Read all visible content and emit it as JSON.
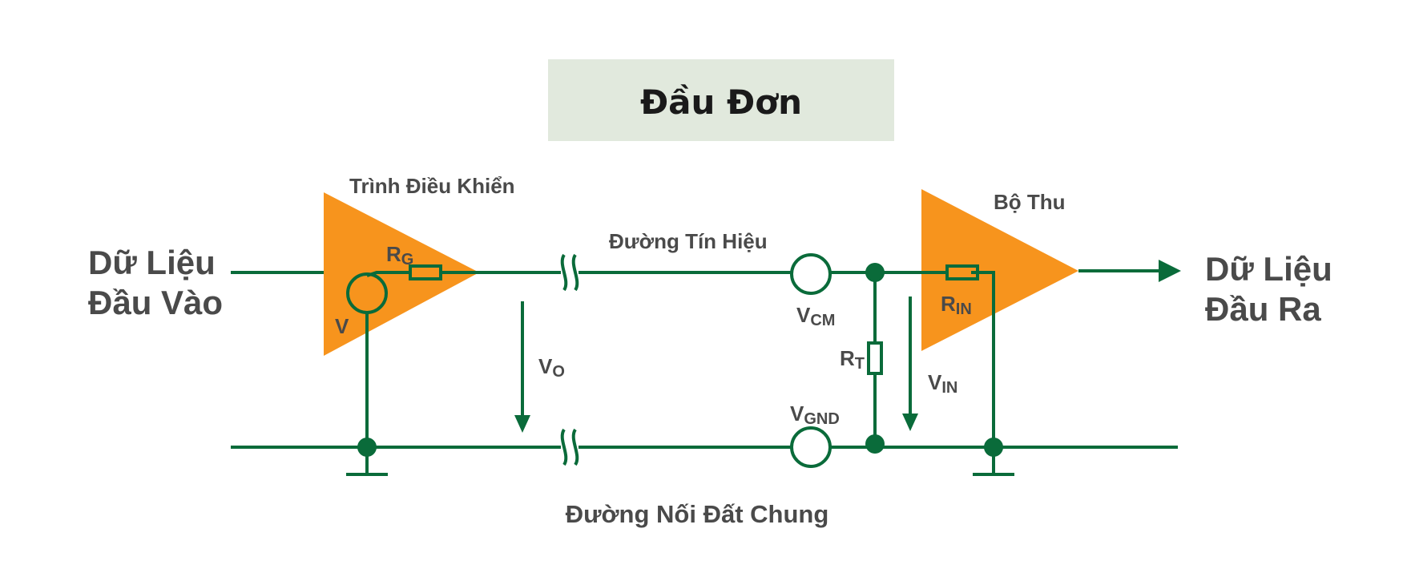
{
  "title": "Đầu Đơn",
  "labels": {
    "input_line1": "Dữ Liệu",
    "input_line2": "Đầu Vào",
    "output_line1": "Dữ Liệu",
    "output_line2": "Đầu Ra",
    "driver": "Trình Điều Khiển",
    "receiver": "Bộ Thu",
    "signal_line": "Đường Tín Hiệu",
    "ground_line": "Đường Nối Đất Chung",
    "v": "V",
    "rg_main": "R",
    "rg_sub": "G",
    "vo_main": "V",
    "vo_sub": "O",
    "vcm_main": "V",
    "vcm_sub": "CM",
    "vgnd_main": "V",
    "vgnd_sub": "GND",
    "rt_main": "R",
    "rt_sub": "T",
    "rin_main": "R",
    "rin_sub": "IN",
    "vin_main": "V",
    "vin_sub": "IN"
  },
  "colors": {
    "wire": "#0a6b3a",
    "amplifier": "#f7941d",
    "title_box": "#e1e9dd",
    "text": "#4a4a4a",
    "title_text": "#1a1a1a"
  }
}
